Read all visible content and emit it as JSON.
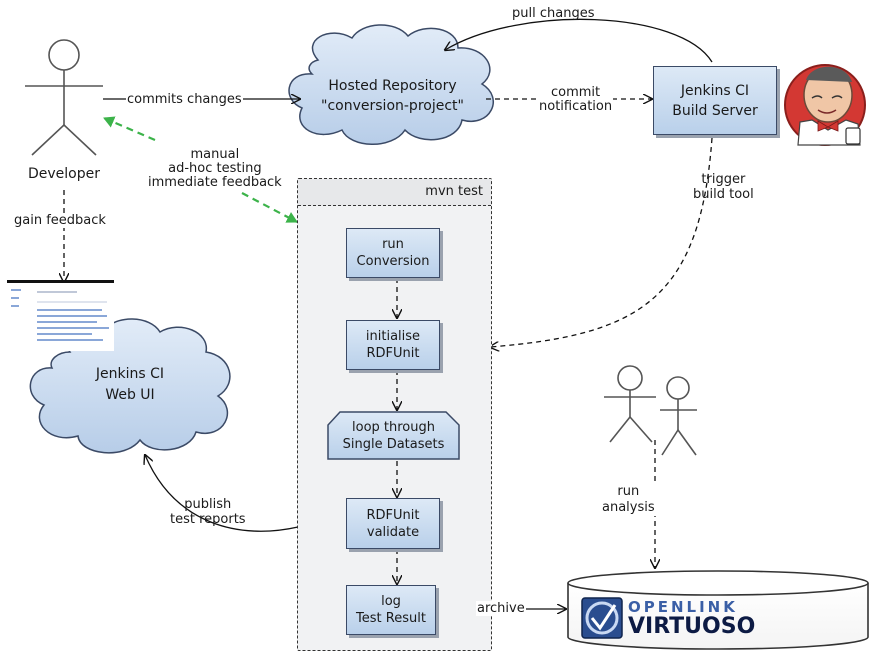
{
  "actors": {
    "developer": "Developer"
  },
  "repository": {
    "line1": "Hosted Repository",
    "line2": "\"conversion-project\""
  },
  "jenkins_server": {
    "line1": "Jenkins CI",
    "line2": "Build Server"
  },
  "jenkins_web": {
    "line1": "Jenkins CI",
    "line2": "Web UI"
  },
  "package": {
    "title": "mvn test"
  },
  "steps": [
    {
      "line1": "run",
      "line2": "Conversion"
    },
    {
      "line1": "initialise",
      "line2": "RDFUnit"
    },
    {
      "line1": "loop through",
      "line2": "Single Datasets"
    },
    {
      "line1": "RDFUnit",
      "line2": "validate"
    },
    {
      "line1": "log",
      "line2": "Test Result"
    }
  ],
  "edges": {
    "pull_changes": "pull changes",
    "commits_changes": "commits changes",
    "commit_notification_1": "commit",
    "commit_notification_2": "notification",
    "manual_1": "manual",
    "manual_2": "ad-hoc testing",
    "manual_3": "immediate feedback",
    "trigger_1": "trigger",
    "trigger_2": "build tool",
    "gain_feedback": "gain feedback",
    "publish_1": "publish",
    "publish_2": "test reports",
    "run_analysis_1": "run",
    "run_analysis_2": "analysis",
    "archive": "archive"
  },
  "virtuoso": {
    "brand_top": "OPENLINK",
    "brand_bottom": "VIRTUOSO"
  },
  "colors": {
    "box_fill": "#c8daef",
    "arrow_green": "#3cb34a",
    "jenkins_red": "#d33833"
  }
}
